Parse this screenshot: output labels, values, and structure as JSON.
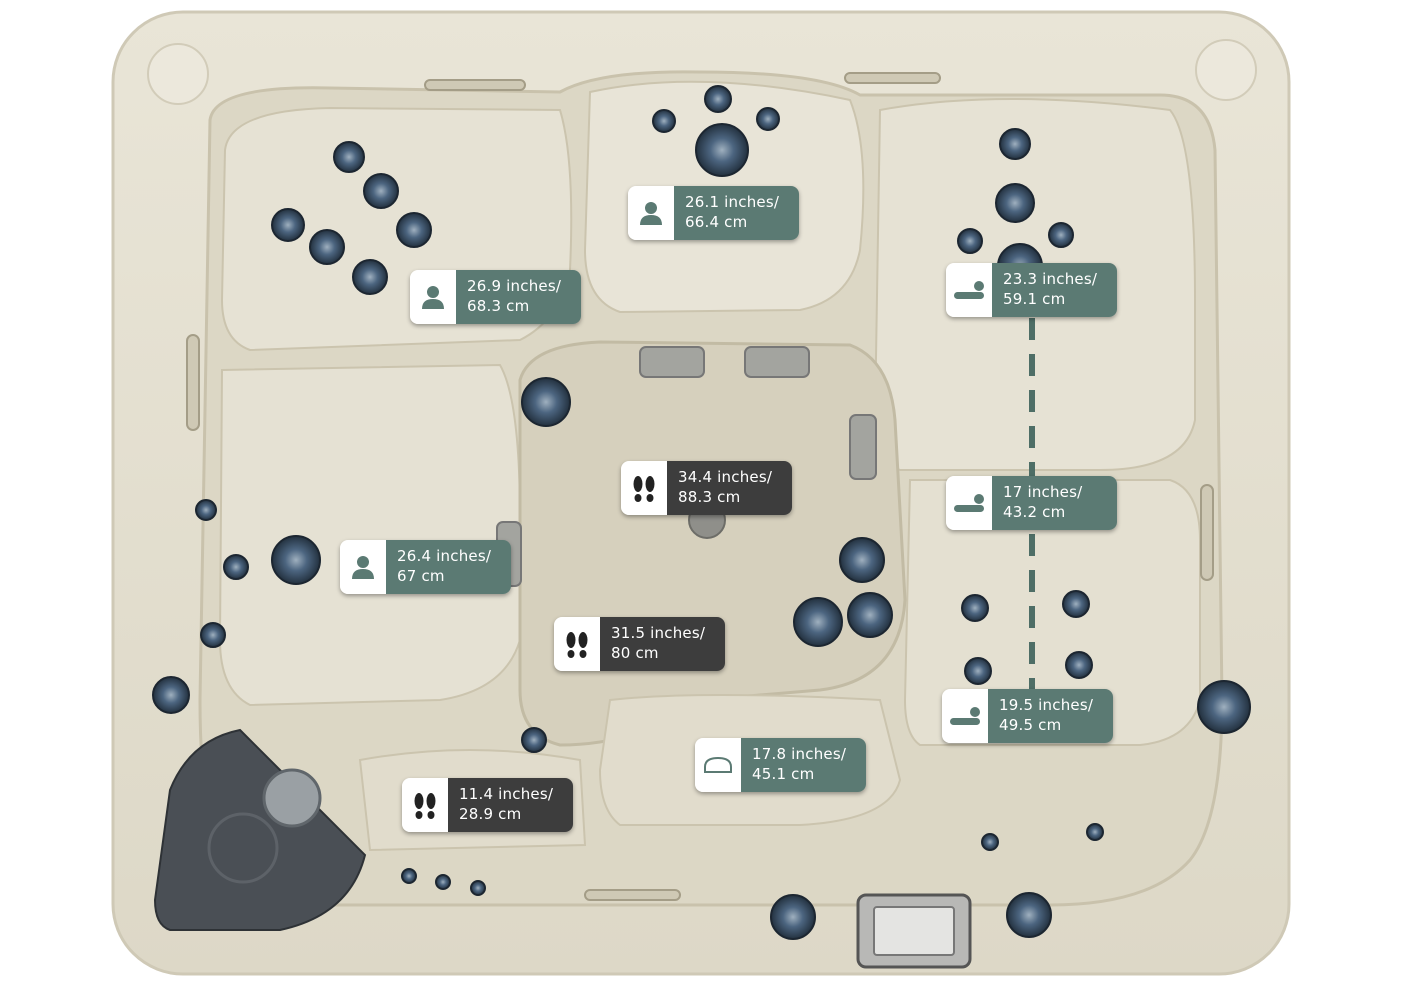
{
  "colors": {
    "shell": "#e3dfd0",
    "label_seat": "#5b7a73",
    "label_footwell": "#3d3d3d",
    "jet": "#41566e",
    "dashed_line": "#4e6e66"
  },
  "measurements": [
    {
      "id": "seat-top-center",
      "type": "seat",
      "icon": "person-icon",
      "line1": "26.1 inches/",
      "line2": "66.4 cm"
    },
    {
      "id": "seat-top-left",
      "type": "seat",
      "icon": "person-icon",
      "line1": "26.9 inches/",
      "line2": "68.3 cm"
    },
    {
      "id": "seat-left",
      "type": "seat",
      "icon": "person-icon",
      "line1": "26.4 inches/",
      "line2": "67 cm"
    },
    {
      "id": "lounger-top",
      "type": "lounger",
      "icon": "lounger-icon",
      "line1": "23.3 inches/",
      "line2": "59.1 cm"
    },
    {
      "id": "lounger-middle",
      "type": "lounger",
      "icon": "lounger-icon",
      "line1": "17 inches/",
      "line2": "43.2 cm"
    },
    {
      "id": "lounger-bottom",
      "type": "lounger",
      "icon": "lounger-icon",
      "line1": "19.5 inches/",
      "line2": "49.5 cm"
    },
    {
      "id": "cooldown-seat",
      "type": "step",
      "icon": "step-seat-icon",
      "line1": "17.8 inches/",
      "line2": "45.1 cm"
    },
    {
      "id": "footwell-center",
      "type": "footwell",
      "icon": "footprints-icon",
      "line1": "34.4 inches/",
      "line2": "88.3 cm"
    },
    {
      "id": "footwell-lower",
      "type": "footwell",
      "icon": "footprints-icon",
      "line1": "31.5 inches/",
      "line2": "80 cm"
    },
    {
      "id": "footwell-step",
      "type": "footwell",
      "icon": "footprints-icon",
      "line1": "11.4 inches/",
      "line2": "28.9 cm"
    }
  ]
}
